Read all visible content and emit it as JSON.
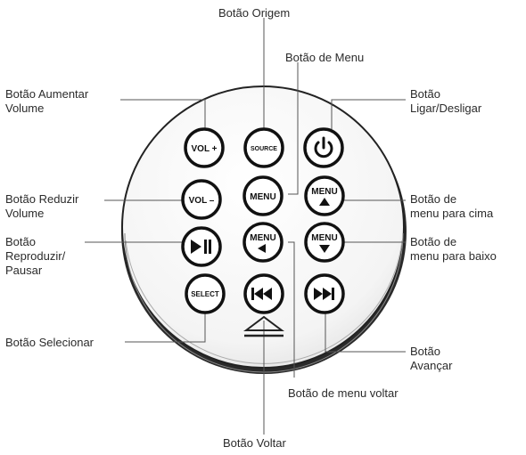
{
  "labels": {
    "source": "Botão Origem",
    "menu": "Botão de Menu",
    "vol_up": "Botão Aumentar\nVolume",
    "power": "Botão\nLigar/Desligar",
    "vol_down": "Botão Reduzir\nVolume",
    "menu_up": "Botão de\nmenu para cima",
    "play_pause": "Botão\nReproduzir/\nPausar",
    "menu_down": "Botão de\nmenu para baixo",
    "select": "Botão Selecionar",
    "next": "Botão\nAvançar",
    "menu_back": "Botão de menu voltar",
    "prev": "Botão Voltar"
  },
  "buttons": {
    "vol_up": "VOL +",
    "source": "SOURCE",
    "power_icon": "power-icon",
    "vol_down": "VOL –",
    "menu": "MENU",
    "menu_up": "MENU",
    "play_pause_icon": "play-pause-icon",
    "menu_left": "MENU",
    "menu_down": "MENU",
    "select": "SELECT",
    "prev_icon": "previous-track-icon",
    "next_icon": "next-track-icon",
    "eject_icon": "eject-icon"
  },
  "colors": {
    "line": "#555555",
    "remote_edge": "#222222",
    "remote_body": "#fafafa"
  }
}
